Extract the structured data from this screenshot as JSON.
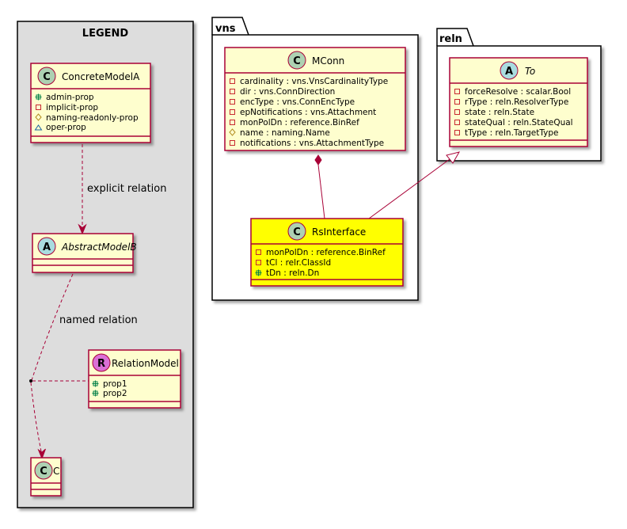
{
  "legend": {
    "title": "LEGEND",
    "concrete_model": {
      "name": "ConcreteModelA",
      "stereotype": "C",
      "props": [
        {
          "vis": "+",
          "text": "admin-prop"
        },
        {
          "vis": "-",
          "text": "implicit-prop"
        },
        {
          "vis": "#",
          "text": "naming-readonly-prop"
        },
        {
          "vis": "~",
          "text": "oper-prop"
        }
      ]
    },
    "abstract_model": {
      "name": "AbstractModelB",
      "stereotype": "A"
    },
    "relation_model": {
      "name": "RelationModel",
      "stereotype": "R",
      "props": [
        {
          "vis": "+",
          "text": "prop1"
        },
        {
          "vis": "+",
          "text": "prop2"
        }
      ]
    },
    "c_model": {
      "name": "C",
      "stereotype": "C"
    },
    "explicit_relation_label": "explicit relation",
    "named_relation_label": "named relation"
  },
  "vns": {
    "title": "vns",
    "mconn": {
      "name": "MConn",
      "stereotype": "C",
      "attrs": [
        {
          "vis": "-",
          "text": "cardinality : vns.VnsCardinalityType"
        },
        {
          "vis": "-",
          "text": "dir : vns.ConnDirection"
        },
        {
          "vis": "-",
          "text": "encType : vns.ConnEncType"
        },
        {
          "vis": "-",
          "text": "epNotifications : vns.Attachment"
        },
        {
          "vis": "-",
          "text": "monPolDn : reference.BinRef"
        },
        {
          "vis": "#",
          "text": "name : naming.Name"
        },
        {
          "vis": "-",
          "text": "notifications : vns.AttachmentType"
        }
      ]
    },
    "rsinterface": {
      "name": "RsInterface",
      "stereotype": "C",
      "attrs": [
        {
          "vis": "-",
          "text": "monPolDn : reference.BinRef"
        },
        {
          "vis": "-",
          "text": "tCl : relr.ClassId"
        },
        {
          "vis": "+",
          "text": "tDn : reln.Dn"
        }
      ]
    }
  },
  "reln": {
    "title": "reln",
    "to": {
      "name": "To",
      "stereotype": "A",
      "attrs": [
        {
          "vis": "-",
          "text": "forceResolve : scalar.Bool"
        },
        {
          "vis": "-",
          "text": "rType : reln.ResolverType"
        },
        {
          "vis": "-",
          "text": "state : reln.State"
        },
        {
          "vis": "-",
          "text": "stateQual : reln.StateQual"
        },
        {
          "vis": "-",
          "text": "tType : reln.TargetType"
        }
      ]
    }
  },
  "colors": {
    "class_fill": "#FEFECE",
    "class_border": "#A80036",
    "highlight_fill": "#FFFF00",
    "legend_fill": "#DDDDDD",
    "badge_c": "#ADD1B2",
    "badge_a": "#A9DCDF",
    "badge_r": "#DA70D6"
  }
}
